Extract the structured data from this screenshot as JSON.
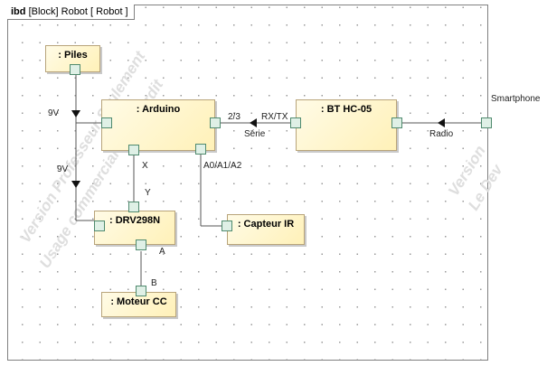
{
  "frame": {
    "keyword": "ibd",
    "title": "[Block] Robot [ Robot ]"
  },
  "parts": {
    "piles": ": Piles",
    "arduino": ": Arduino",
    "bt": ": BT HC-05",
    "drv": ": DRV298N",
    "capteur": ": Capteur IR",
    "moteur": ": Moteur CC"
  },
  "labels": {
    "v9_top": "9V",
    "v9_bottom": "9V",
    "pins_23": "2/3",
    "rxtx": "RX/TX",
    "serie": "Série",
    "smartphone": "Smartphone",
    "radio": "Radio",
    "x": "X",
    "y": "Y",
    "a_pins": "A0/A1/A2",
    "a": "A",
    "b": "B"
  },
  "watermark": {
    "line1": "Version Professeur Seulement",
    "line2": "Usage commercial est interdit",
    "line3": "Version",
    "line4": "Le Dev"
  },
  "colors": {
    "part_fill": "#fff1b8",
    "port_border": "#4f8a6e",
    "port_fill": "#dff0e6",
    "line": "#555555"
  }
}
